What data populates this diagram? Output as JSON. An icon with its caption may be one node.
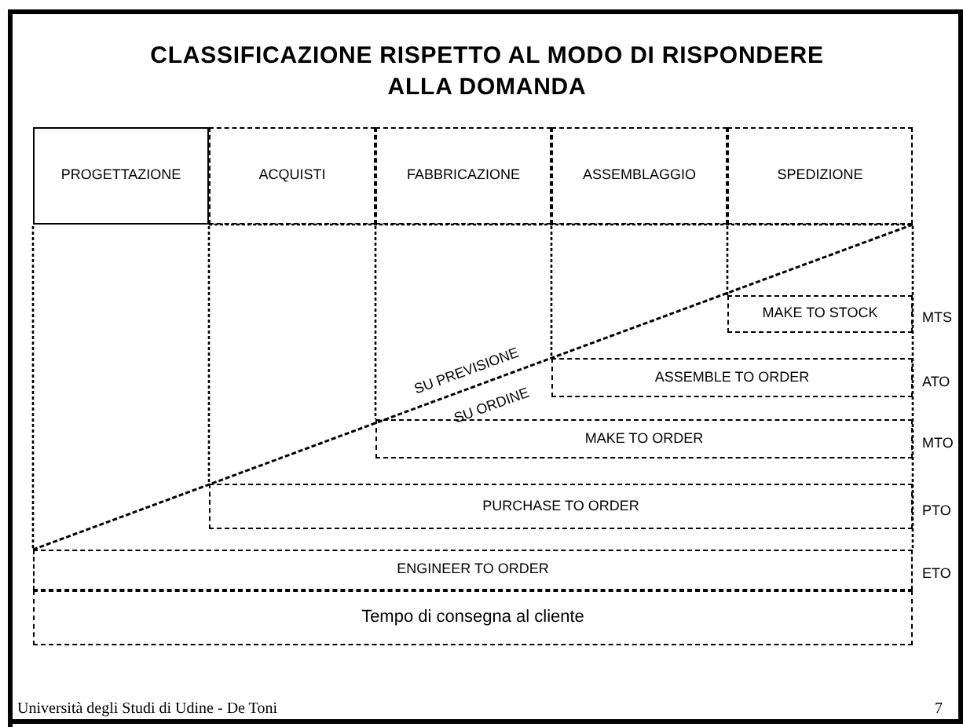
{
  "diagram": {
    "title": "CLASSIFICAZIONE RISPETTO AL MODO DI RISPONDERE ALLA DOMANDA",
    "nodes": [
      {
        "text": [
          "PROGETTAZIONE"
        ]
      },
      {
        "text": [
          "ACQUISTI"
        ]
      },
      {
        "text": [
          "FABBRICAZIONE"
        ]
      },
      {
        "text": [
          "ASSEMBLAGGIO"
        ]
      },
      {
        "text": [
          "SPEDIZIONE"
        ]
      },
      {
        "text": [
          "MAKE TO STOCK"
        ],
        "beside": [
          "MTS"
        ]
      },
      {
        "text": [
          "ASSEMBLE TO ORDER"
        ],
        "beside": [
          "ATO"
        ]
      },
      {
        "text": [
          "MAKE TO ORDER"
        ],
        "beside": [
          "MTO"
        ]
      },
      {
        "text": [
          "PURCHASE TO ORDER"
        ],
        "beside": [
          "PTO"
        ]
      },
      {
        "text": [
          "ENGINEER TO ORDER"
        ],
        "beside": [
          "ETO"
        ]
      },
      {
        "text": [
          "Tempo di consegna al cliente"
        ]
      }
    ],
    "labels": [
      "SU PREVISIONE",
      "SU ORDINE",
      "Università degli Studi di Udine - De Toni",
      "7"
    ]
  }
}
